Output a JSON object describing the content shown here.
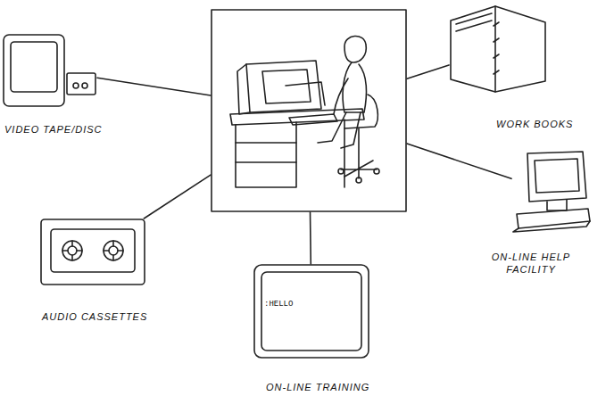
{
  "diagram": {
    "nodes": [
      {
        "text": []
      },
      {
        "text": [
          "VIDEO TAPE/DISC"
        ]
      },
      {
        "text": [
          "WORK BOOKS"
        ]
      },
      {
        "text": [
          "AUDIO CASSETTES"
        ]
      },
      {
        "text": [
          "ON-LINE HELP FACILITY"
        ]
      },
      {
        "text": [
          ":HELLO",
          "ON-LINE TRAINING"
        ]
      }
    ],
    "edges": [
      {
        "from": 0,
        "to": 1,
        "arrow": "none"
      },
      {
        "from": 0,
        "to": 2,
        "arrow": "none"
      },
      {
        "from": 0,
        "to": 3,
        "arrow": "none"
      },
      {
        "from": 0,
        "to": 4,
        "arrow": "none"
      },
      {
        "from": 0,
        "to": 5,
        "arrow": "none"
      }
    ]
  }
}
